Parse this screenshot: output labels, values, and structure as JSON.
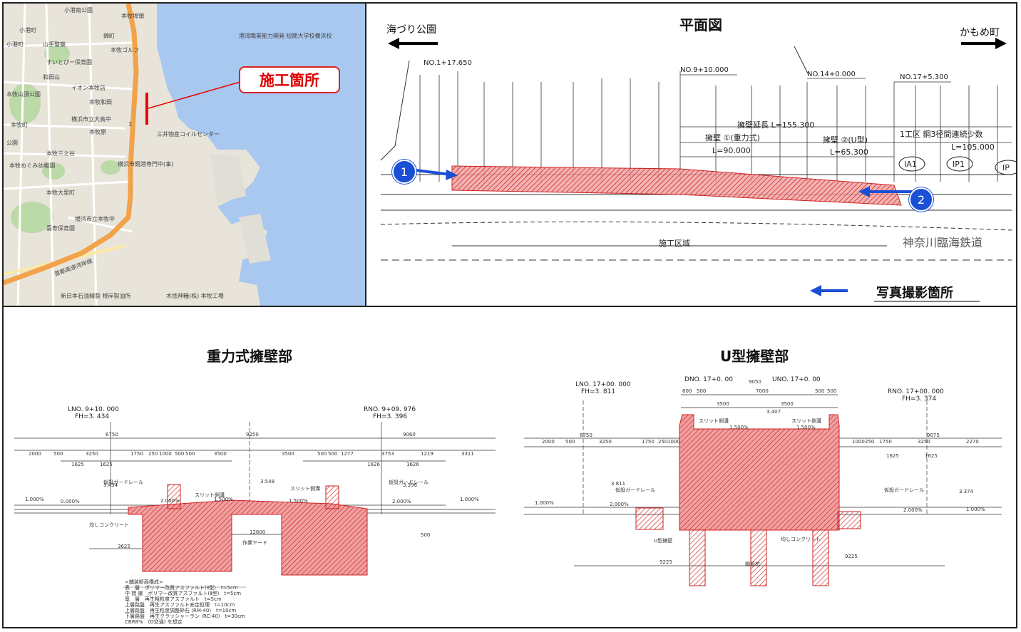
{
  "map": {
    "callout_label": "施工箇所",
    "labels": [
      "小港南公園",
      "小港町",
      "小港町",
      "山手警察",
      "すいとぴー保育園",
      "和田山",
      "イオン本牧店",
      "本牧和田",
      "横浜市立大鳥中",
      "本牧原",
      "本牧町",
      "本牧三之谷",
      "本牧めぐみ幼稚園",
      "本牧大里町",
      "横浜市立本牧中",
      "喜寿保育園",
      "本牧ゴルフ",
      "三井物産コイルセンター",
      "横浜市鏡港専門中(事)",
      "新日本石油精製 根岸製油所",
      "木徳神糧(株) 本牧工場",
      "港湾職業能力開発 短期大学校横浜校",
      "本牧埠頭",
      "首都高速湾岸線",
      "1",
      "錦町",
      "公園",
      "本牧山頂公園"
    ]
  },
  "plan": {
    "title": "平面図",
    "left_dest": "海づり公園",
    "right_dest": "かもめ町",
    "photo_label": "写真撮影箇所",
    "railway": "神奈川臨海鉄道",
    "work_area": "施工区域",
    "marker1": "1",
    "marker2": "2",
    "stations": [
      "NO.1+17.650",
      "NO.9+10.000",
      "NO.14+0.000",
      "NO.17+5.300"
    ],
    "wall1": "擁壁 ①(重力式)",
    "wall1_len": "L=90.000",
    "wall2": "擁壁 ②(U型)",
    "wall2_len": "L=65.300",
    "wall_total": "擁壁延長 L=155.300",
    "zone": "1工区 鋼3径間連続少数",
    "zone_len": "L=105.000",
    "pier_a1": "IA1",
    "pier_p1": "IP1",
    "pier_p": "IP"
  },
  "gravity": {
    "title": "重力式擁壁部",
    "left_station": "LNO. 9+10. 000",
    "left_fh": "FH=3. 434",
    "right_station": "RNO. 9+09. 976",
    "right_fh": "FH=3. 396",
    "guardrail1": "仮設ガードレール",
    "guardrail2": "仮設ガードレール",
    "slit1": "スリット側溝",
    "slit2": "スリット側溝",
    "concrete": "均しコンクリート",
    "yard": "作業ヤード",
    "dims": [
      "6750",
      "9250",
      "9060",
      "2000",
      "500",
      "3250",
      "1750",
      "250",
      "1000",
      "500",
      "500",
      "3500",
      "3500",
      "500",
      "500",
      "1277",
      "3753",
      "1219",
      "3311",
      "1625",
      "1625",
      "1626",
      "1626",
      "3625",
      "12600",
      "3.434",
      "3.548",
      "3.396",
      "2.000%",
      "1.500%",
      "1.500%",
      "2.000%",
      "1.000%",
      "1.000%",
      "0.000%",
      "500"
    ],
    "pavement_title": "<舗装断面構成>",
    "pavement": [
      "表　層　ポリマー改質アスファルト(Ⅱ型)　t=5cm",
      "中 間 層　ポリマー改質アスファルト(Ⅱ型)　t=5cm",
      "基　層　再生粗粒度アスファルト　t=5cm",
      "上層路盤　再生アスファルト安定処理　t=10cm",
      "上層路盤　再生粒度調整砕石 (RM-40)　t=10cm",
      "下層路盤　再生クラッシャーラン (RC-40)　t=30cm",
      "CBR8%　(D交通) を想定"
    ]
  },
  "uwall": {
    "title": "U型擁壁部",
    "l_station": "LNO. 17+00. 000",
    "l_fh": "FH=3. 811",
    "d_station": "DNO. 17+0. 00",
    "u_station": "UNO. 17+0. 00",
    "r_station": "RNO. 17+00. 000",
    "r_fh": "FH=3. 374",
    "guardrail1": "仮設ガードレール",
    "guardrail2": "仮設ガードレール",
    "slit1": "スリット側溝",
    "slit2": "スリット側溝",
    "pile": "鋼管杭",
    "wall_label": "U型擁壁",
    "concrete": "均しコンクリート",
    "dims": [
      "6750",
      "9050",
      "9075",
      "2000",
      "500",
      "3250",
      "1750",
      "250",
      "1000",
      "600",
      "500",
      "500",
      "500",
      "3500",
      "3500",
      "7000",
      "3.407",
      "3.811",
      "3.374",
      "1.500%",
      "1.500%",
      "2.000%",
      "2.000%",
      "1.000%",
      "1.000%",
      "9225",
      "9225",
      "1625",
      "1625",
      "1000",
      "250",
      "1750",
      "3250",
      "2270"
    ]
  }
}
